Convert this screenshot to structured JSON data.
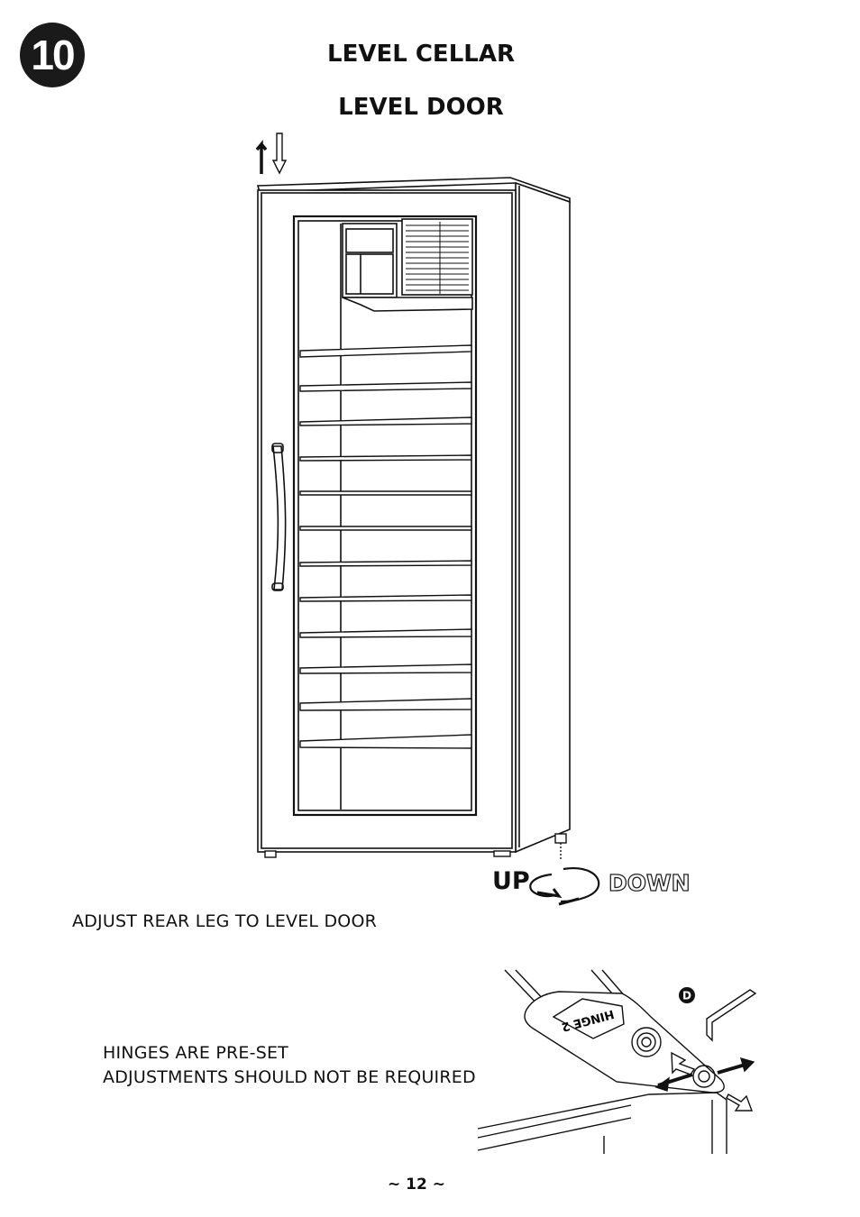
{
  "step": {
    "number": "10"
  },
  "titles": {
    "main": "LEVEL CELLAR",
    "sub": "LEVEL DOOR"
  },
  "leg_adjust": {
    "up_label": "UP",
    "down_label": "DOWN"
  },
  "captions": {
    "rear_leg": "ADJUST REAR LEG TO LEVEL DOOR",
    "hinge_line1": "HINGES ARE PRE-SET",
    "hinge_line2": "ADJUSTMENTS SHOULD NOT BE REQUIRED"
  },
  "hinge_detail": {
    "plate_text": "HINGE 2",
    "tool_marker": "D"
  },
  "footer": {
    "page_number": "~ 12 ~"
  }
}
